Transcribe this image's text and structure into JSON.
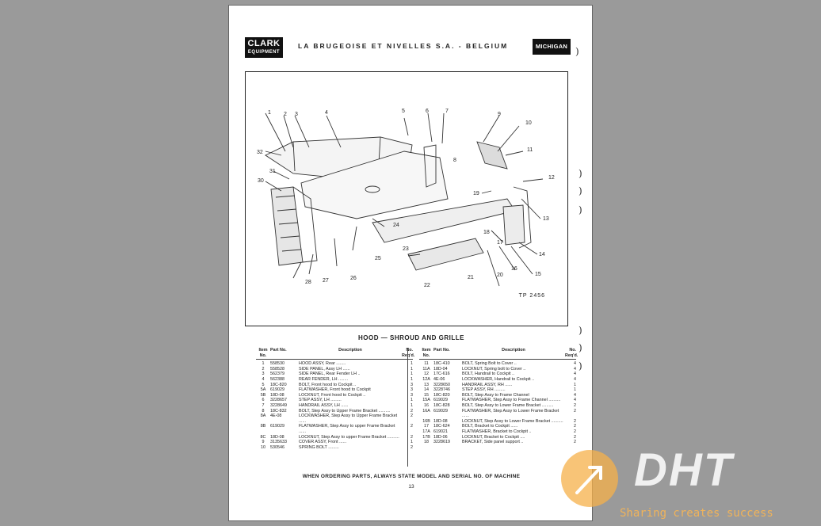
{
  "header": {
    "clark_logo_line1": "CLARK",
    "clark_logo_line2": "EQUIPMENT",
    "title": "LA BRUGEOISE ET NIVELLES S.A. - BELGIUM",
    "michigan_logo": "MICHIGAN"
  },
  "diagram": {
    "callouts": [
      "1",
      "2",
      "3",
      "4",
      "5",
      "6",
      "7",
      "8",
      "9",
      "10",
      "11",
      "12",
      "13",
      "14",
      "15",
      "16",
      "17",
      "18",
      "19",
      "20",
      "21",
      "22",
      "23",
      "24",
      "25",
      "26",
      "27",
      "28",
      "30",
      "31",
      "32"
    ],
    "ref": "TP 2456"
  },
  "section_title": "HOOD — SHROUD AND GRILLE",
  "table_headers": {
    "item": "Item No.",
    "part": "Part No.",
    "desc": "Description",
    "req": "No. Req'd."
  },
  "parts_left": [
    [
      "1",
      "558530",
      "HOOD ASSY, Rear ........",
      "1"
    ],
    [
      "2",
      "558528",
      "SIDE PANEL, Assy LH ......",
      "1"
    ],
    [
      "3",
      "562379",
      "SIDE PANEL, Rear Fender LH ..",
      "1"
    ],
    [
      "4",
      "562388",
      "REAR FENDER, LH ........",
      "1"
    ],
    [
      "5",
      "18C-820",
      "BOLT, Front hood to Cockpit ..",
      "3"
    ],
    [
      "5A",
      "619029",
      "FLATWASHER, Front hood to Cockpit",
      "3"
    ],
    [
      "5B",
      "18D-08",
      "LOCKNUT, Front hood to Cockpit ..",
      "3"
    ],
    [
      "6",
      "3228657",
      "STEP ASSY, LH .........",
      "1"
    ],
    [
      "7",
      "3228649",
      "HANDRAIL ASSY, LH ......",
      "1"
    ],
    [
      "8",
      "18C-832",
      "BOLT, Step Assy to Upper Frame Bracket ..........",
      "2"
    ],
    [
      "8A",
      "4E-08",
      "LOCKWASHER, Step Assy to Upper Frame Bracket ......",
      "2"
    ],
    [
      "8B",
      "619029",
      "FLATWASHER, Step Assy to upper Frame Bracket ......",
      "2"
    ],
    [
      "8C",
      "18D-08",
      "LOCKNUT, Step Assy to upper Frame Bracket ..........",
      "2"
    ],
    [
      "9",
      "3135633",
      "COVER ASSY, Front ......",
      "1"
    ],
    [
      "10",
      "530546",
      "SPRING BOLT .........",
      "2"
    ]
  ],
  "parts_right": [
    [
      "11",
      "18C-410",
      "BOLT, Spring Bolt to Cover ..",
      "4"
    ],
    [
      "11A",
      "18D-04",
      "LOCKNUT, Spring bolt to Cover ..",
      "4"
    ],
    [
      "12",
      "17C-616",
      "BOLT, Handrail to Cockpit ..",
      "4"
    ],
    [
      "12A",
      "4E-06",
      "LOCKWASHER, Handrail to Cockpit ..",
      "4"
    ],
    [
      "13",
      "3228650",
      "HANDRAIL ASSY, RH ......",
      "1"
    ],
    [
      "14",
      "3228746",
      "STEP ASSY, RH .........",
      "1"
    ],
    [
      "15",
      "18C-820",
      "BOLT, Step Assy to Frame Channel",
      "4"
    ],
    [
      "15A",
      "619029",
      "FLATWASHER, Step Assy to Frame Channel ..........",
      "4"
    ],
    [
      "16",
      "18C-828",
      "BOLT, Step Assy to Lower Frame Bracket ..........",
      "2"
    ],
    [
      "16A",
      "619029",
      "FLATWASHER, Step Assy to Lower Frame Bracket ......",
      "2"
    ],
    [
      "16B",
      "18D-08",
      "LOCKNUT, Step Assy to Lower Frame Bracket ..........",
      "2"
    ],
    [
      "17",
      "18C-624",
      "BOLT, Bracket to Cockpit ......",
      "2"
    ],
    [
      "17A",
      "619021",
      "FLATWASHER, Bracket to Cockpit ..",
      "2"
    ],
    [
      "17B",
      "18D-06",
      "LOCKNUT, Bracket to Cockpit ....",
      "2"
    ],
    [
      "18",
      "3228619",
      "BRACKET, Side panel support ..",
      "2"
    ]
  ],
  "footer": "WHEN ORDERING PARTS, ALWAYS STATE MODEL AND SERIAL NO. OF MACHINE",
  "page_number": "13",
  "watermark": {
    "brand": "DHT",
    "tagline": "Sharing creates success"
  }
}
